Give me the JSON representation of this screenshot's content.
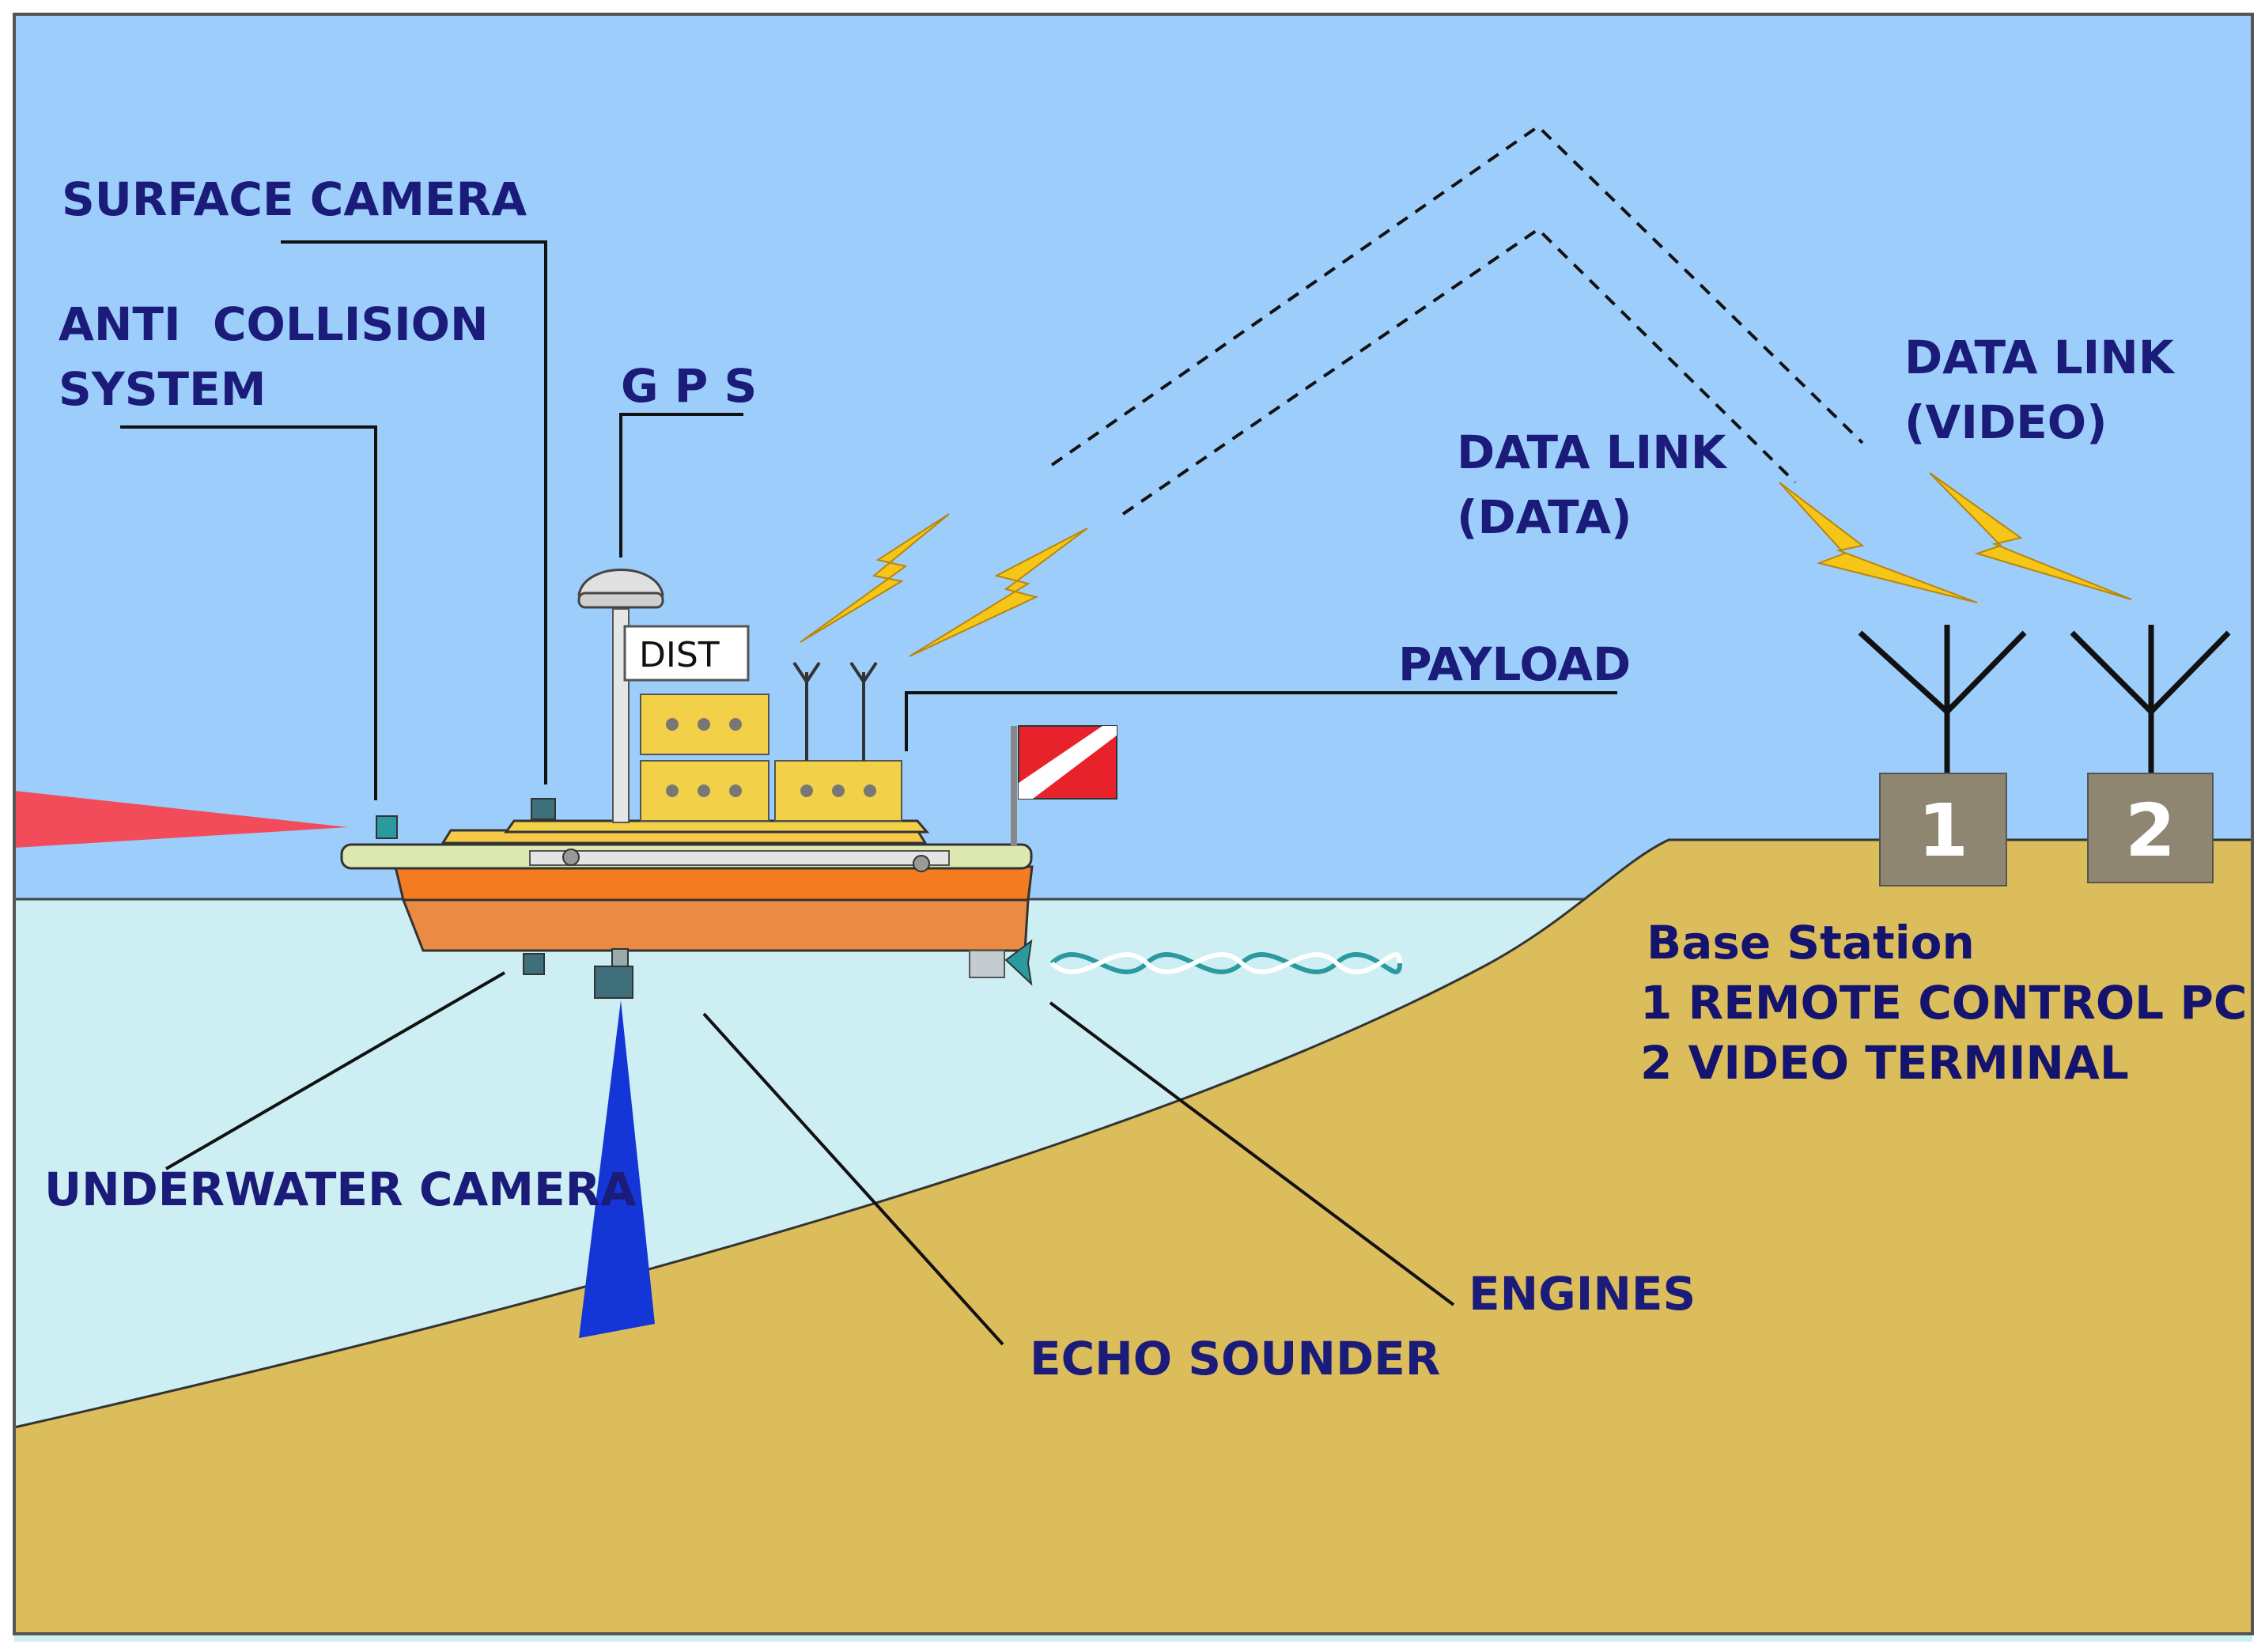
{
  "labels": {
    "surface_camera": "SURFACE CAMERA",
    "anti_collision_1": "ANTI  COLLISION",
    "anti_collision_2": "SYSTEM",
    "gps": "G P S",
    "dist": "DIST",
    "data_link_data_1": "DATA LINK",
    "data_link_data_2": "(DATA)",
    "data_link_video_1": "DATA LINK",
    "data_link_video_2": "(VIDEO)",
    "payload": "PAYLOAD",
    "base_station_title": "Base Station",
    "base_station_item1": "1 REMOTE CONTROL PC",
    "base_station_item2": "2 VIDEO TERMINAL",
    "underwater_camera": "UNDERWATER CAMERA",
    "echo_sounder": "ECHO SOUNDER",
    "engines": "ENGINES",
    "terminal_1": "1",
    "terminal_2": "2"
  },
  "colors": {
    "sky": "#9dcdfb",
    "water": "#cdeef3",
    "seabed": "#dcbd5c",
    "hull_top": "#f47b20",
    "hull_bottom": "#e98a45",
    "deck": "#dde8b0",
    "payload_box": "#f2d048",
    "flag_red": "#e8222a",
    "sonar_beam": "#1536d6",
    "collision_beam": "#f24b5a",
    "terminal": "#8e8670",
    "label_text": "#1b1b7a",
    "bolt": "#f5c518"
  }
}
